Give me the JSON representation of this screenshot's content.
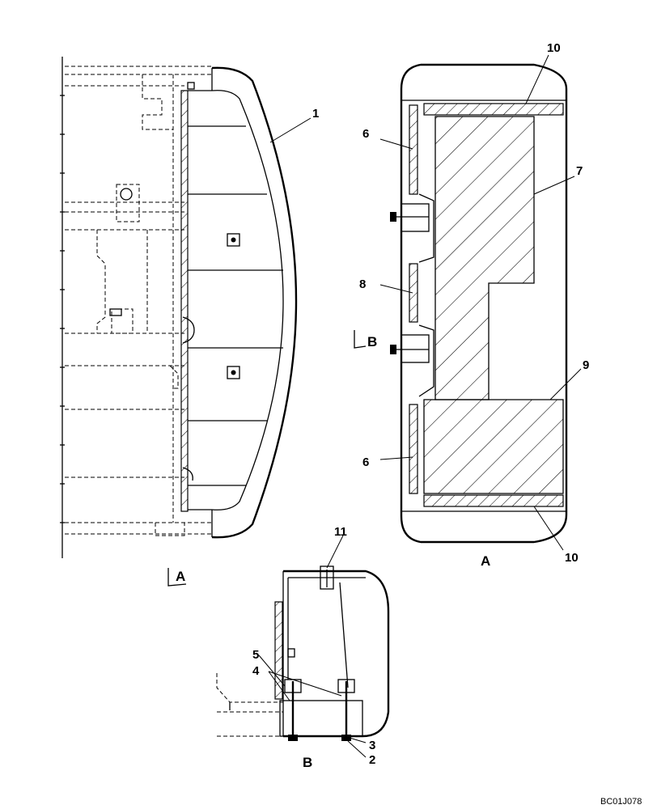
{
  "drawing": {
    "reference_code": "BC01J078",
    "callouts": {
      "c1": "1",
      "c2": "2",
      "c3": "3",
      "c4": "4",
      "c5": "5",
      "c6a": "6",
      "c6b": "6",
      "c7": "7",
      "c8": "8",
      "c9": "9",
      "c10a": "10",
      "c10b": "10",
      "c11": "11"
    },
    "view_labels": {
      "section_a_marker": "A",
      "section_b_marker": "B",
      "view_a_title": "A",
      "view_b_title": "B"
    }
  }
}
